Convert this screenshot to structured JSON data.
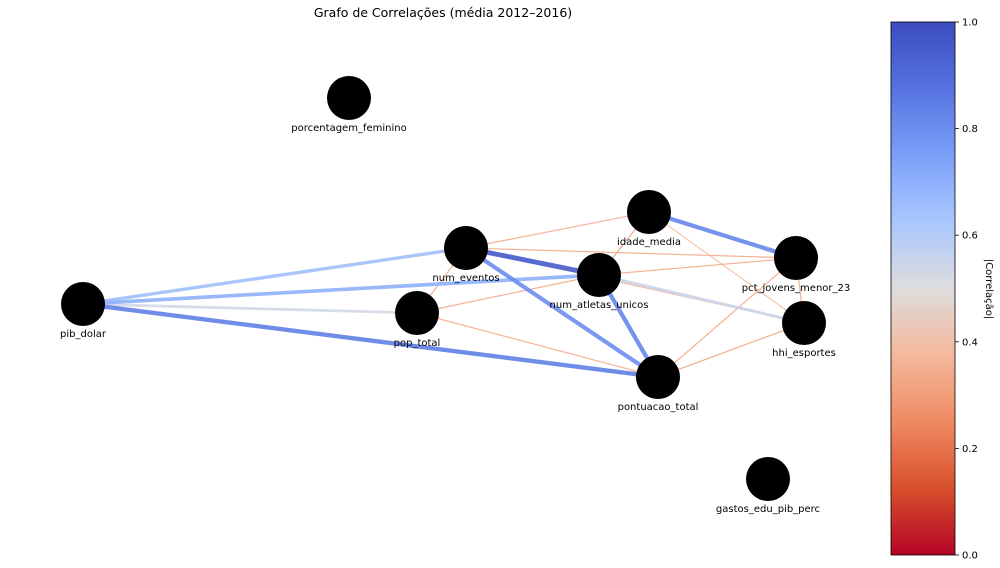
{
  "title": "Grafo de Correlações (média 2012–2016)",
  "nodes": [
    {
      "id": "porcentagem_feminino",
      "label": "porcentagem_feminino"
    },
    {
      "id": "idade_media",
      "label": "idade_media"
    },
    {
      "id": "num_eventos",
      "label": "num_eventos"
    },
    {
      "id": "pct_jovens_menor_23",
      "label": "pct_jovens_menor_23"
    },
    {
      "id": "num_atletas_unicos",
      "label": "num_atletas_unicos"
    },
    {
      "id": "pib_dolar",
      "label": "pib_dolar"
    },
    {
      "id": "pop_total",
      "label": "pop_total"
    },
    {
      "id": "hhi_esportes",
      "label": "hhi_esportes"
    },
    {
      "id": "pontuacao_total",
      "label": "pontuacao_total"
    },
    {
      "id": "gastos_edu_pib_perc",
      "label": "gastos_edu_pib_perc"
    }
  ],
  "edges": [
    {
      "source": "num_eventos",
      "target": "idade_media",
      "correlation": 0.32
    },
    {
      "source": "num_eventos",
      "target": "pct_jovens_menor_23",
      "correlation": 0.32
    },
    {
      "source": "num_eventos",
      "target": "pop_total",
      "correlation": 0.32
    },
    {
      "source": "num_eventos",
      "target": "hhi_esportes",
      "correlation": 0.35
    },
    {
      "source": "num_atletas_unicos",
      "target": "idade_media",
      "correlation": 0.3
    },
    {
      "source": "num_atletas_unicos",
      "target": "pct_jovens_menor_23",
      "correlation": 0.33
    },
    {
      "source": "num_atletas_unicos",
      "target": "pop_total",
      "correlation": 0.32
    },
    {
      "source": "pop_total",
      "target": "pontuacao_total",
      "correlation": 0.33
    },
    {
      "source": "pct_jovens_menor_23",
      "target": "pontuacao_total",
      "correlation": 0.32
    },
    {
      "source": "idade_media",
      "target": "hhi_esportes",
      "correlation": 0.38
    },
    {
      "source": "hhi_esportes",
      "target": "pontuacao_total",
      "correlation": 0.31
    },
    {
      "source": "pct_jovens_menor_23",
      "target": "hhi_esportes",
      "correlation": 0.32
    },
    {
      "source": "pib_dolar",
      "target": "pop_total",
      "correlation": 0.53
    },
    {
      "source": "num_atletas_unicos",
      "target": "hhi_esportes",
      "correlation": 0.55
    },
    {
      "source": "pib_dolar",
      "target": "num_eventos",
      "correlation": 0.65
    },
    {
      "source": "pib_dolar",
      "target": "num_atletas_unicos",
      "correlation": 0.7
    },
    {
      "source": "num_eventos",
      "target": "pontuacao_total",
      "correlation": 0.8
    },
    {
      "source": "idade_media",
      "target": "pct_jovens_menor_23",
      "correlation": 0.82
    },
    {
      "source": "num_atletas_unicos",
      "target": "pontuacao_total",
      "correlation": 0.82
    },
    {
      "source": "pib_dolar",
      "target": "pontuacao_total",
      "correlation": 0.84
    },
    {
      "source": "num_eventos",
      "target": "num_atletas_unicos",
      "correlation": 0.95
    }
  ],
  "colorbar": {
    "label": "|Correlação|",
    "min": 0.0,
    "max": 1.0,
    "ticks": [
      "0.0",
      "0.2",
      "0.4",
      "0.6",
      "0.8",
      "1.0"
    ],
    "colormap": "coolwarm",
    "low_color": "#b40426",
    "mid_color": "#dddddd",
    "high_color": "#3b4cc0"
  },
  "node_color": "#000000"
}
